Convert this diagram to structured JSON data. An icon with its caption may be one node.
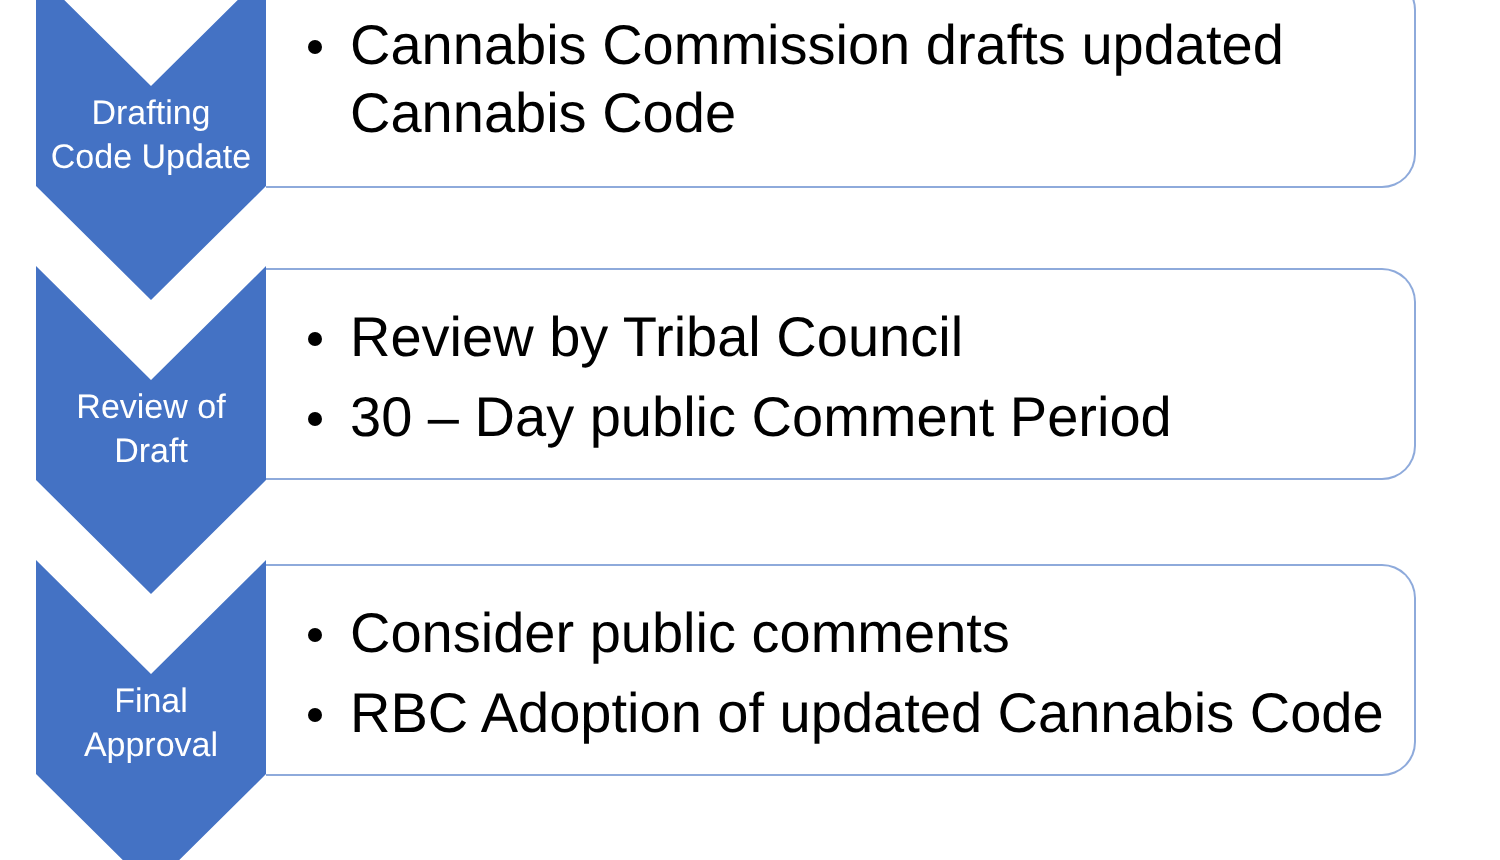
{
  "diagram": {
    "nodes": [
      {
        "text": [
          "Drafting Code Update"
        ]
      },
      {
        "text": [
          "Cannabis Commission drafts updated Cannabis Code"
        ]
      },
      {
        "text": [
          "Review of Draft"
        ]
      },
      {
        "text": [
          "Review by Tribal Council",
          "30 – Day public Comment Period"
        ]
      },
      {
        "text": [
          "Final Approval"
        ]
      },
      {
        "text": [
          "Consider public comments",
          "RBC Adoption of updated Cannabis Code"
        ]
      }
    ]
  }
}
